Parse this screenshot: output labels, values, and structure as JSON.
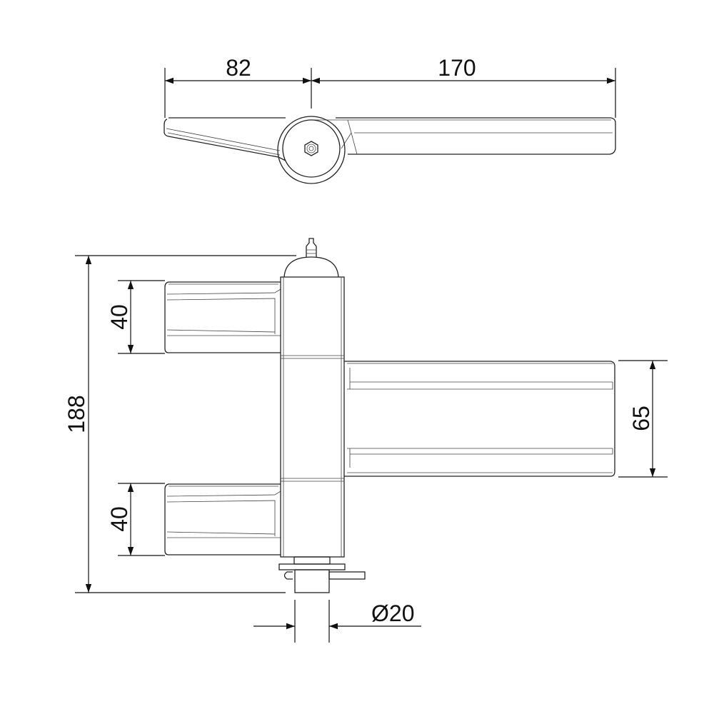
{
  "dimensions": {
    "top_left_width": "82",
    "top_right_width": "170",
    "total_height": "188",
    "upper_leaf_height": "40",
    "lower_leaf_height": "40",
    "right_leaf_height": "65",
    "pin_diameter": "Ø20"
  },
  "colors": {
    "line": "#222222",
    "background": "#ffffff"
  }
}
